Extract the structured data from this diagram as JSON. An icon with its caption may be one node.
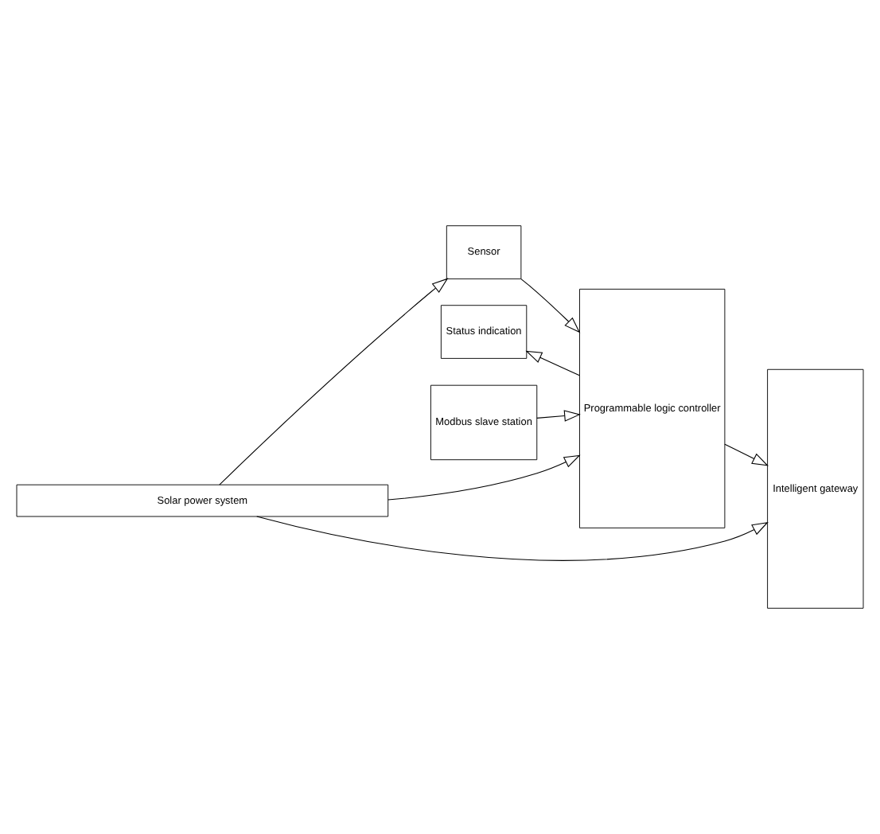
{
  "diagram": {
    "nodes": [
      {
        "text": [
          "Solar power system"
        ]
      },
      {
        "text": [
          "Sensor"
        ]
      },
      {
        "text": [
          "Status indication"
        ]
      },
      {
        "text": [
          "Modbus slave station"
        ]
      },
      {
        "text": [
          "Programmable logic controller"
        ]
      },
      {
        "text": [
          "Intelligent gateway"
        ]
      }
    ],
    "edges": [
      {
        "from": 0,
        "to": 1,
        "arrow": "to"
      },
      {
        "from": 0,
        "to": 4,
        "arrow": "to"
      },
      {
        "from": 0,
        "to": 5,
        "arrow": "to"
      },
      {
        "from": 1,
        "to": 4,
        "arrow": "to"
      },
      {
        "from": 4,
        "to": 2,
        "arrow": "to"
      },
      {
        "from": 3,
        "to": 4,
        "arrow": "to"
      },
      {
        "from": 4,
        "to": 5,
        "arrow": "to"
      }
    ]
  }
}
